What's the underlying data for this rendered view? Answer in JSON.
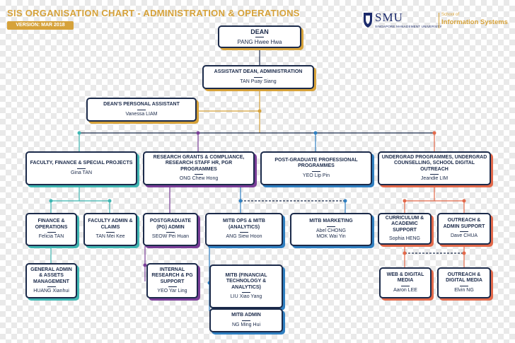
{
  "header": {
    "title": "SIS ORGANISATION CHART - ADMINISTRATION & OPERATIONS",
    "version": "VERSION: MAR 2018"
  },
  "logo": {
    "name": "SMU",
    "subtitle": "SINGAPORE MANAGEMENT UNIVERSITY",
    "school_prefix": "School of",
    "school_name": "Information Systems"
  },
  "colors": {
    "gold": "#d6a23a",
    "teal": "#3fb6b2",
    "purple": "#7a3e98",
    "blue": "#2f7fc1",
    "orange": "#e3694a",
    "navy": "#1b2a4a"
  },
  "nodes": {
    "dean": {
      "title": "DEAN",
      "name": "PANG Hwee Hwa"
    },
    "asst_dean": {
      "title": "ASSISTANT DEAN, ADMINISTRATION",
      "name": "TAN Puay Siang"
    },
    "deans_pa": {
      "title": "DEAN'S PERSONAL ASSISTANT",
      "name": "Vanessa LIAM"
    },
    "faculty_finance": {
      "title": "FACULTY, FINANCE & SPECIAL PROJECTS",
      "name": "Gina TAN"
    },
    "research_grants": {
      "title": "RESEARCH GRANTS & COMPLIANCE, RESEARCH STAFF HR, PGR PROGRAMMES",
      "name": "ONG Chew Hong"
    },
    "postgrad_prog": {
      "title": "POST-GRADUATE PROFESSIONAL PROGRAMMES",
      "name": "YEO Lip Pin"
    },
    "undergrad_prog": {
      "title": "UNDERGRAD PROGRAMMES, UNDERGRAD COUNSELLING, SCHOOL DIGITAL OUTREACH",
      "name": "Jeandie LIM"
    },
    "finance_ops": {
      "title": "FINANCE & OPERATIONS",
      "name": "Felicia TAN"
    },
    "faculty_admin": {
      "title": "FACULTY ADMIN & CLAIMS",
      "name": "TAN Mei Kee"
    },
    "pg_admin": {
      "title": "POSTGRADUATE (PG) ADMIN",
      "name": "SEOW Pei Huan"
    },
    "mitb_ops": {
      "title": "MITB OPS & MITB (ANALYTICS)",
      "name": "ANG Siew Hoon"
    },
    "mitb_marketing": {
      "title": "MITB MARKETING",
      "names": [
        "Abel CHONG",
        "MOK Wai Yin"
      ]
    },
    "curriculum": {
      "title": "CURRICULUM & ACADEMIC SUPPORT",
      "name": "Sophia HENG"
    },
    "outreach_admin": {
      "title": "OUTREACH & ADMIN SUPPORT",
      "name": "Dave CHUA"
    },
    "general_admin": {
      "title": "GENERAL ADMIN & ASSETS MANAGEMENT",
      "name": "HUANG Xianhui"
    },
    "internal_research": {
      "title": "INTERNAL RESEARCH & PG SUPPORT",
      "name": "YEO Yar Ling"
    },
    "mitb_fintech": {
      "title": "MITB (FINANCIAL TECHNOLOGY & ANALYTICS)",
      "name": "LIU Xiao Yang"
    },
    "mitb_admin": {
      "title": "MITB ADMIN",
      "name": "NG Ming Hui"
    },
    "web_digital": {
      "title": "WEB & DIGITAL MEDIA",
      "name": "Aaron LEE"
    },
    "outreach_digital": {
      "title": "OUTREACH & DIGITAL MEDIA",
      "name": "Elvin NG"
    }
  }
}
